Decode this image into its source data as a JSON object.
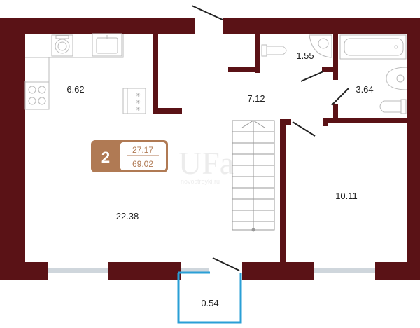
{
  "badge": {
    "rooms": "2",
    "living_area": "27.17",
    "total_area": "69.02",
    "badge_color": "#b07a54"
  },
  "rooms": {
    "kitchen": "6.62",
    "living": "22.38",
    "hall": "7.12",
    "wc": "1.55",
    "bathroom": "3.64",
    "bedroom": "10.11",
    "balcony": "0.54"
  },
  "watermark": {
    "logo": "UFa",
    "site": "novostroyki.ru"
  },
  "colors": {
    "wall": "#5a1216",
    "window": "#cfd6dc",
    "balcony_outline": "#2a9fd6",
    "fixture": "#bbbbbb"
  },
  "icons": [
    "toilet-icon",
    "sink-icon",
    "bathtub-icon",
    "washing-machine-icon",
    "stove-icon",
    "stair-icon",
    "door-icon"
  ]
}
